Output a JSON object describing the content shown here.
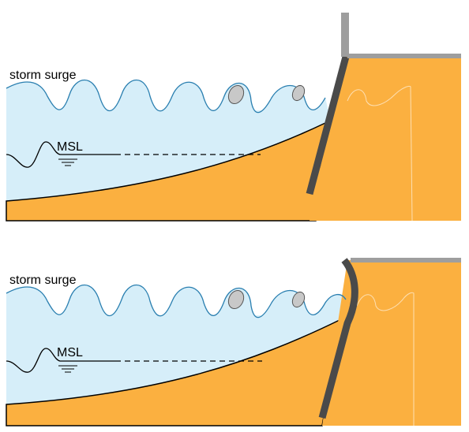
{
  "colors": {
    "water": "#d6eef9",
    "wave_line": "#2a7fb0",
    "land": "#fbb040",
    "wall": "#4a4a4a",
    "wall_cap": "#9e9e9e",
    "debris": "#c8c8c8"
  },
  "panels": [
    {
      "storm_label": "storm surge",
      "msl_label": "MSL",
      "wall": "straight"
    },
    {
      "storm_label": "storm surge",
      "msl_label": "MSL",
      "wall": "curved"
    }
  ]
}
